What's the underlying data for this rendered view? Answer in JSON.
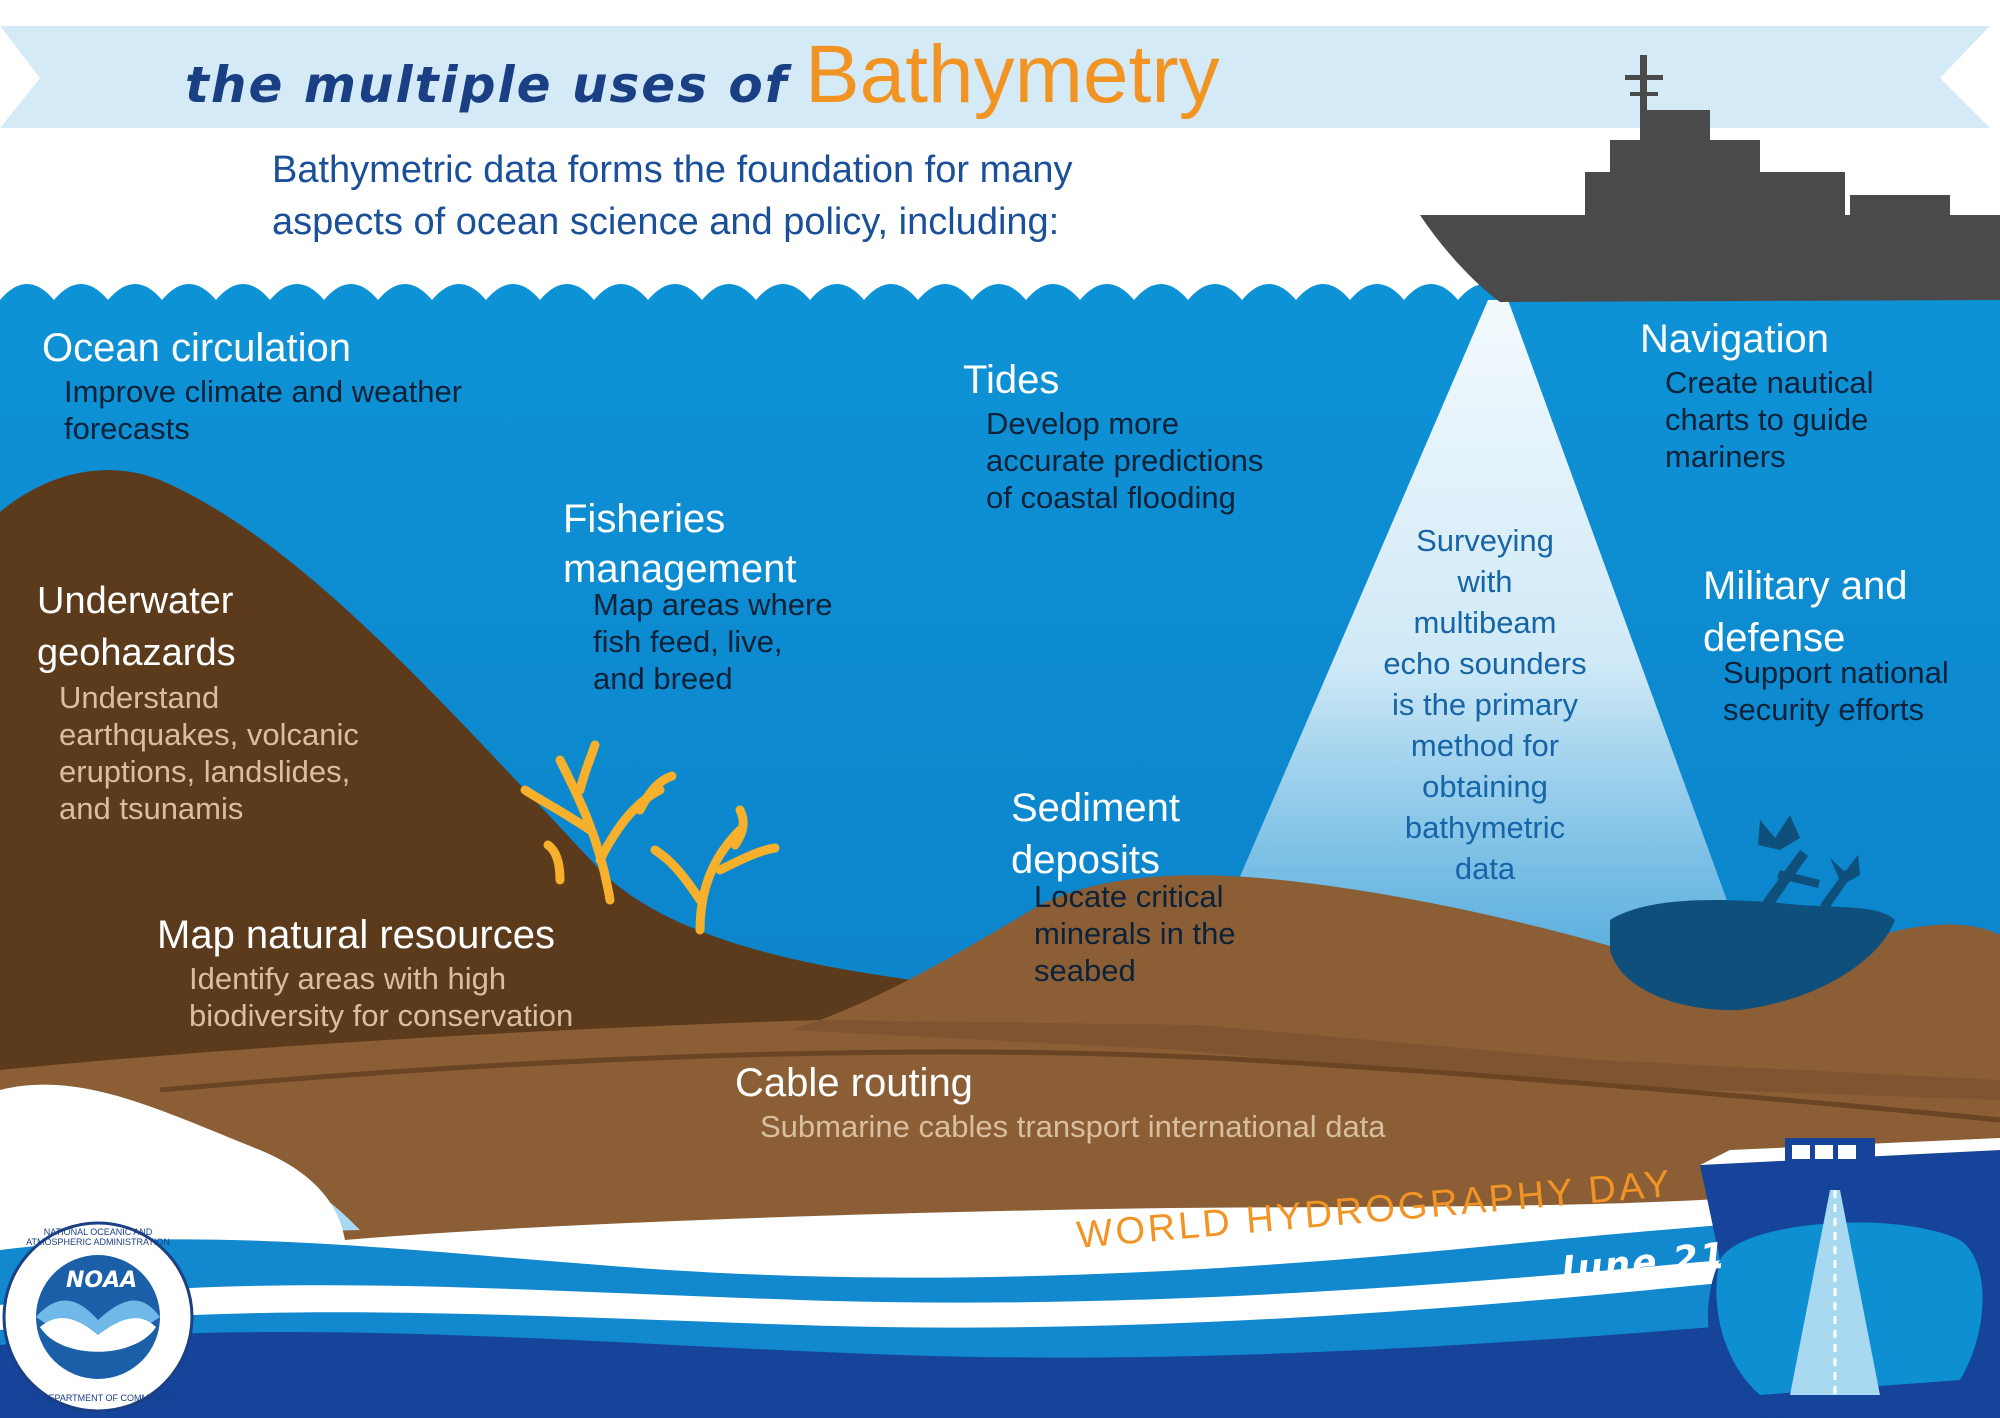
{
  "title": {
    "prefix": "the multiple uses of",
    "main": "Bathymetry"
  },
  "intro": {
    "line1": "Bathymetric data forms the foundation for many",
    "line2": "aspects of ocean science and policy, including:"
  },
  "uses": {
    "ocean_circulation": {
      "heading": "Ocean circulation",
      "lines": [
        "Improve climate and weather",
        "forecasts"
      ]
    },
    "tides": {
      "heading": "Tides",
      "lines": [
        "Develop more",
        "accurate predictions",
        "of coastal flooding"
      ]
    },
    "navigation": {
      "heading": "Navigation",
      "lines": [
        "Create nautical",
        "charts to guide",
        "mariners"
      ]
    },
    "fisheries": {
      "heading_lines": [
        "Fisheries",
        "management"
      ],
      "lines": [
        "Map areas where",
        "fish feed, live,",
        "and breed"
      ]
    },
    "geohazards": {
      "heading_lines": [
        "Underwater",
        "geohazards"
      ],
      "lines": [
        "Understand",
        "earthquakes, volcanic",
        "eruptions, landslides,",
        "and tsunamis"
      ]
    },
    "military": {
      "heading_lines": [
        "Military and",
        "defense"
      ],
      "lines": [
        "Support national",
        "security efforts"
      ]
    },
    "sediment": {
      "heading_lines": [
        "Sediment",
        "deposits"
      ],
      "lines": [
        "Locate critical",
        "minerals in the",
        "seabed"
      ]
    },
    "natural_resources": {
      "heading": "Map natural resources",
      "lines": [
        "Identify areas with high",
        "biodiversity for conservation"
      ]
    },
    "cable_routing": {
      "heading": "Cable routing",
      "lines": [
        "Submarine cables transport international data"
      ]
    }
  },
  "survey_note": {
    "lines": [
      "Surveying",
      "with",
      "multibeam",
      "echo sounders",
      "is the primary",
      "method for",
      "obtaining",
      "bathymetric",
      "data"
    ]
  },
  "footer": {
    "event": "WORLD HYDROGRAPHY DAY",
    "date": "June 21",
    "logo_text": "NOAA",
    "logo_ring_top": "NATIONAL OCEANIC AND ATMOSPHERIC ADMINISTRATION",
    "logo_ring_bottom": "U.S. DEPARTMENT OF COMMERCE"
  },
  "colors": {
    "ocean": "#0d8fd2",
    "ocean_deep": "#0a6fb8",
    "seafloor_dark": "#5c3a1c",
    "seafloor_light": "#8b5e35",
    "title_blue": "#1a3f84",
    "accent_orange": "#f29423",
    "ship_gray": "#4a4a4a",
    "wreck_blue": "#0f4f7c"
  }
}
